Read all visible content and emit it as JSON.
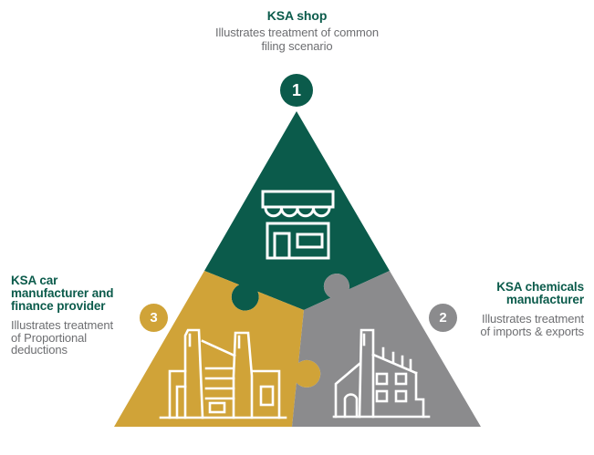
{
  "colors": {
    "green": "#0b5b4b",
    "gold": "#d0a338",
    "gray": "#8b8b8d",
    "desc_text": "#6d6e71",
    "icon_stroke": "#ffffff"
  },
  "scenarios": [
    {
      "number": "1",
      "color": "green",
      "icon": "shop-icon",
      "title_lines": [
        "KSA shop"
      ],
      "desc_lines": [
        "Illustrates treatment of common",
        "filing scenario"
      ]
    },
    {
      "number": "2",
      "color": "gray",
      "icon": "factory-icon",
      "title_lines": [
        "KSA chemicals",
        "manufacturer"
      ],
      "desc_lines": [
        "Illustrates treatment",
        "of imports & exports"
      ]
    },
    {
      "number": "3",
      "color": "gold",
      "icon": "factory-icon",
      "title_lines": [
        "KSA car",
        "manufacturer and",
        "finance provider"
      ],
      "desc_lines": [
        "Illustrates treatment",
        "of Proportional",
        "deductions"
      ]
    }
  ]
}
